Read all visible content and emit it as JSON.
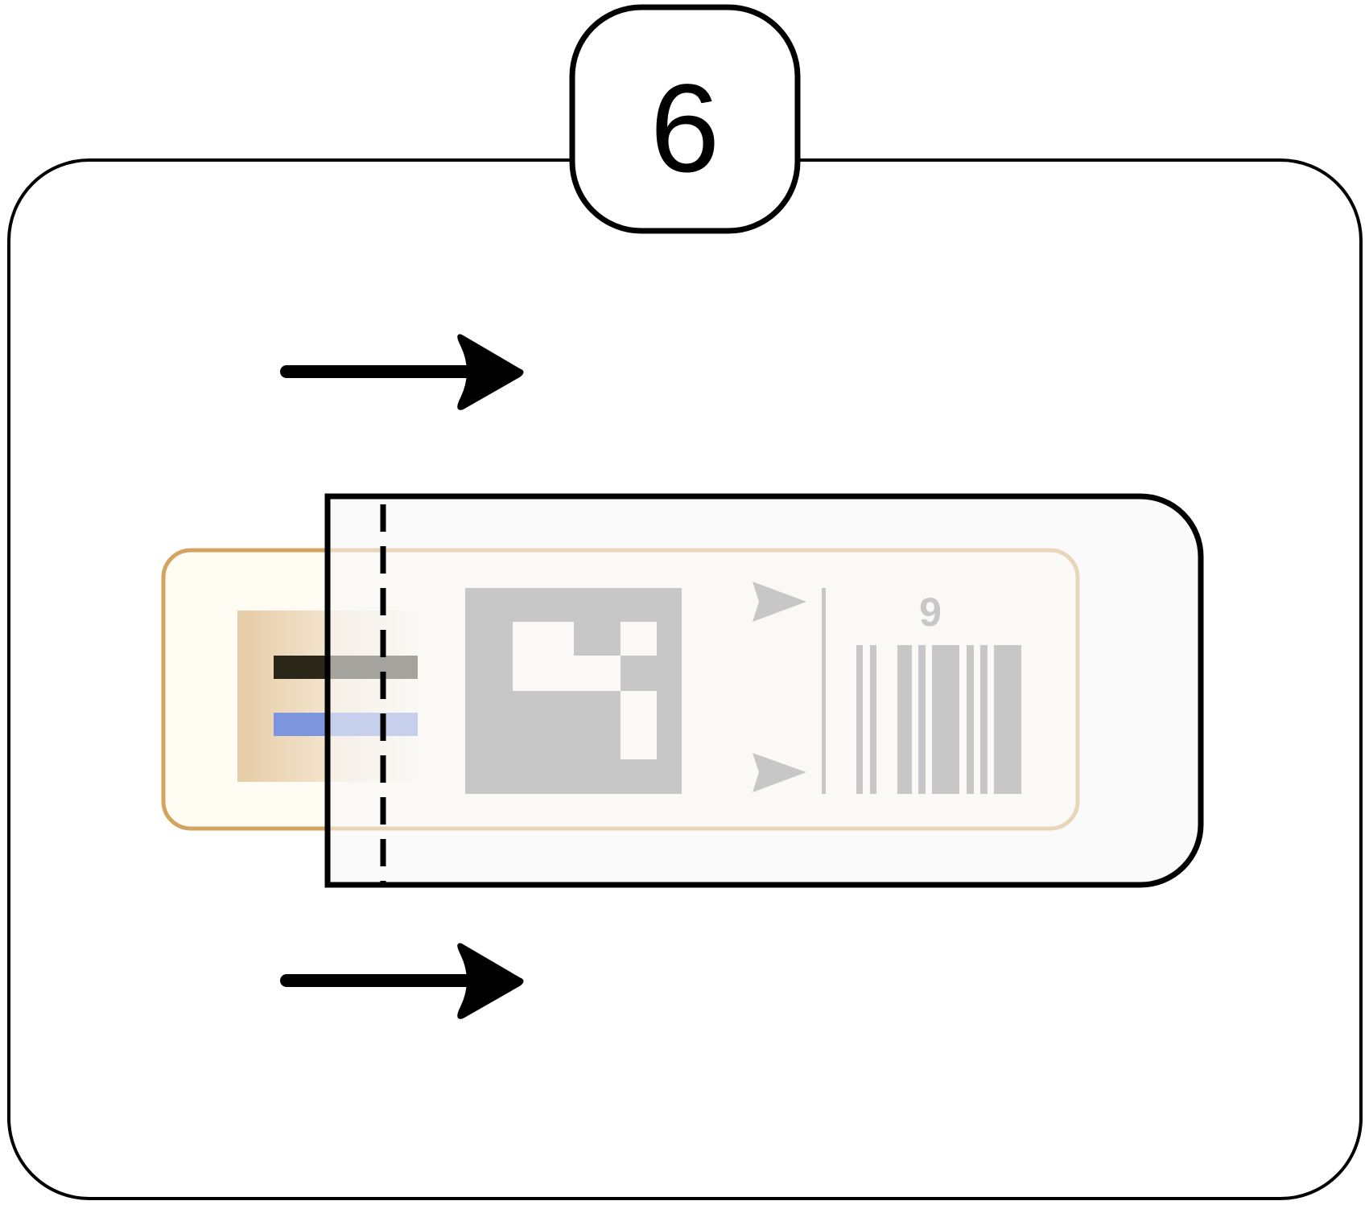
{
  "step": {
    "number": "6"
  },
  "card": {
    "barcode_digit": "9",
    "colors": {
      "card_border": "#d4a35f",
      "card_fill": "#fffcf4",
      "chip_gradient_start": "#e6cca6",
      "chip_gradient_end": "#fffcf4",
      "stripe_dark": "#2a2719",
      "stripe_blue": "#7d95dc",
      "code_gray": "#808080"
    }
  },
  "holder": {
    "colors": {
      "border": "#000000",
      "fill": "#f6f6f6"
    }
  },
  "arrows": {
    "direction": "right",
    "count": 2
  },
  "icons": {
    "arrow": "arrow-right-icon",
    "qr": "qr-code-icon",
    "barcode": "barcode-icon",
    "marker": "triangle-marker-icon"
  }
}
